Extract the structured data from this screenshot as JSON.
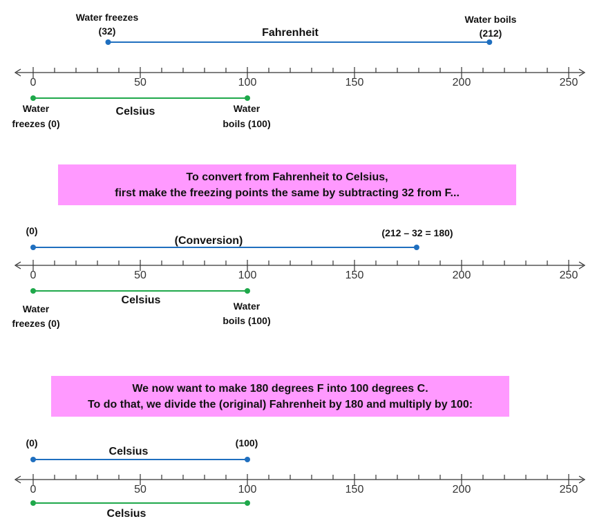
{
  "colors": {
    "fahrenheit_line": "#1f6fbf",
    "celsius_line": "#1ea84a",
    "box": "#ff99ff",
    "axis": "#333333"
  },
  "axis": {
    "min": 0,
    "max": 250,
    "tick_labels": [
      "0",
      "50",
      "100",
      "150",
      "200",
      "250"
    ]
  },
  "panel1": {
    "upper_segment": {
      "from": 35,
      "to": 213
    },
    "lower_segment": {
      "from": 0,
      "to": 100
    },
    "upper_left_label": [
      "Water freezes",
      "(32)"
    ],
    "upper_mid_label": "Fahrenheit",
    "upper_right_label": [
      "Water boils",
      "(212)"
    ],
    "lower_left_label": [
      "Water",
      "freezes (0)"
    ],
    "lower_mid_label": "Celsius",
    "lower_right_label": [
      "Water",
      "boils (100)"
    ]
  },
  "box1": {
    "line1": "To convert from Fahrenheit to Celsius,",
    "line2": "first make the freezing points the same by subtracting 32 from F..."
  },
  "panel2": {
    "upper_segment": {
      "from": 0,
      "to": 179
    },
    "lower_segment": {
      "from": 0,
      "to": 100
    },
    "upper_left_label": "(0)",
    "upper_mid_label": "(Conversion)",
    "upper_right_label": "(212 – 32 = 180)",
    "lower_left_label": [
      "Water",
      "freezes (0)"
    ],
    "lower_mid_label": "Celsius",
    "lower_right_label": [
      "Water",
      "boils (100)"
    ]
  },
  "box2": {
    "line1": "We now want to make 180 degrees F into 100 degrees C.",
    "line2": "To do that, we divide the (original) Fahrenheit by 180 and multiply by 100:"
  },
  "panel3": {
    "upper_segment": {
      "from": 0,
      "to": 100
    },
    "lower_segment": {
      "from": 0,
      "to": 100
    },
    "upper_left_label": "(0)",
    "upper_mid_label": "Celsius",
    "upper_right_label": "(100)",
    "lower_mid_label": "Celsius"
  }
}
